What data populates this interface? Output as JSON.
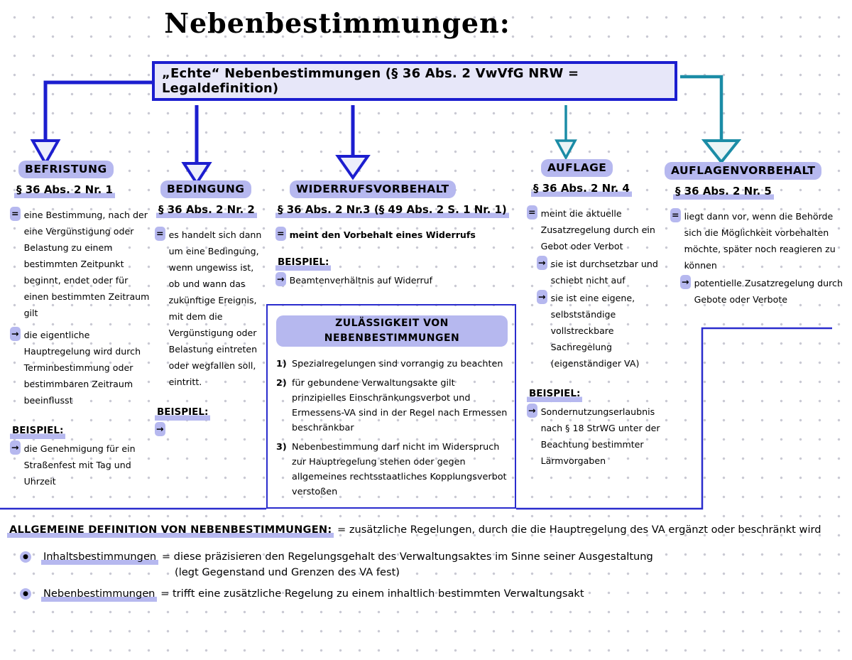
{
  "title": "Nebenbestimmungen:",
  "root_box": {
    "label": "„Echte“ Nebenbestimmungen (§ 36 Abs. 2 VwVfG NRW = Legaldefinition)"
  },
  "glyphs": {
    "equals": "=",
    "arrow": "→",
    "bullet": "●"
  },
  "colors": {
    "accent_blue": "#1c1ecf",
    "teal": "#1b8ca6",
    "highlight_lavender": "#b6b8ef",
    "box_fill": "#e7e7f9"
  },
  "columns": [
    {
      "heading": "BEFRISTUNG",
      "statute": "§ 36 Abs. 2 Nr. 1",
      "definition": "eine Bestimmung, nach der eine Vergünstigung oder Belastung zu einem bestimmten Zeitpunkt beginnt, endet oder für einen bestimmten Zeitraum gilt",
      "note": "die eigentliche Hauptregelung wird durch Terminbestimmung oder bestimmbaren Zeitraum beeinflusst",
      "beispiel_label": "BEISPIEL:",
      "beispiel": "die Genehmigung für ein Straßenfest mit Tag und Uhrzeit"
    },
    {
      "heading": "BEDINGUNG",
      "statute": "§ 36 Abs. 2 Nr. 2",
      "definition": "es handelt sich dann um eine Bedingung, wenn ungewiss ist, ob und wann das zukünftige Ereignis, mit dem die Vergünstigung oder Belastung eintreten oder wegfallen soll, eintritt.",
      "beispiel_label": "BEISPIEL:",
      "beispiel": ""
    },
    {
      "heading": "WIDERRUFSVORBEHALT",
      "statute": "§ 36 Abs. 2 Nr.3 (§ 49 Abs. 2 S. 1 Nr. 1)",
      "definition": "meint den Vorbehalt eines Widerrufs",
      "beispiel_label": "BEISPIEL:",
      "beispiel": "Beamtenverhältnis auf Widerruf"
    },
    {
      "heading": "AUFLAGE",
      "statute": "§ 36 Abs. 2 Nr. 4",
      "definition": "meint die aktuelle Zusatzregelung durch ein Gebot oder Verbot",
      "sub_notes": [
        "sie ist durchsetzbar und schiebt nicht auf",
        "sie ist eine eigene, selbstständige vollstreckbare Sachregelung (eigenständiger VA)"
      ],
      "beispiel_label": "BEISPIEL:",
      "beispiel": "Sondernutzungserlaubnis nach § 18 StrWG unter der Beachtung bestimmter Lärmvorgaben"
    },
    {
      "heading": "AUFLAGENVORBEHALT",
      "statute": "§ 36 Abs. 2 Nr. 5",
      "definition": "liegt dann vor, wenn die Behörde sich die Möglichkeit vorbehalten möchte, später noch reagieren zu können",
      "sub_notes": [
        "potentielle Zusatzregelung durch Gebote oder Verbote"
      ]
    }
  ],
  "zulaessigkeit": {
    "title": "ZULÄSSIGKEIT VON NEBENBESTIMMUNGEN",
    "item_numbers": [
      "1)",
      "2)",
      "3)"
    ],
    "items": [
      "Spezialregelungen sind vorrangig zu beachten",
      "für gebundene Verwaltungsakte gilt prinzipielles Einschränkungsverbot und Ermessens-VA sind in der Regel nach Ermessen beschränkbar",
      "Nebenbestimmung darf nicht im Widerspruch zur Hauptregelung stehen oder gegen allgemeines rechtsstaatliches Kopplungsverbot verstoßen"
    ]
  },
  "footer": {
    "definition_label": "ALLGEMEINE DEFINITION VON NEBENBESTIMMUNGEN:",
    "definition_text": "= zusätzliche Regelungen, durch die die Hauptregelung des VA ergänzt oder beschränkt wird",
    "bullets": [
      {
        "term": "Inhaltsbestimmungen",
        "text": "= diese präzisieren den Regelungsgehalt des Verwaltungsaktes im Sinne seiner Ausgestaltung",
        "subtext": "(legt Gegenstand und Grenzen des VA fest)"
      },
      {
        "term": "Nebenbestimmungen",
        "text": "= trifft eine zusätzliche Regelung zu einem inhaltlich bestimmten Verwaltungsakt",
        "subtext": ""
      }
    ]
  }
}
